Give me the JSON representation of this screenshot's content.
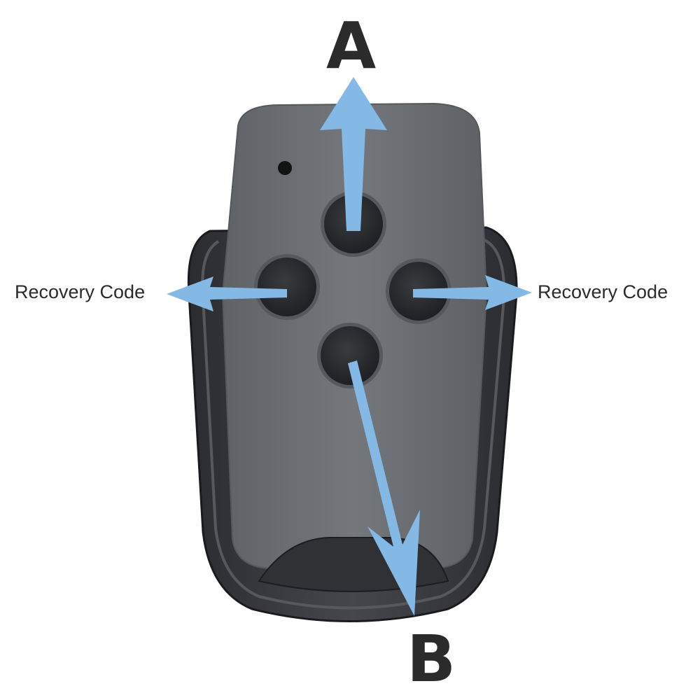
{
  "labels": {
    "top": "A",
    "bottom": "B",
    "left": "Recovery Code",
    "right": "Recovery Code"
  },
  "colors": {
    "arrow": "#84b9e6",
    "shell": "#35373b",
    "face": "#6b6e73",
    "button": "#2a2b2e",
    "text": "#2b2b2b"
  }
}
